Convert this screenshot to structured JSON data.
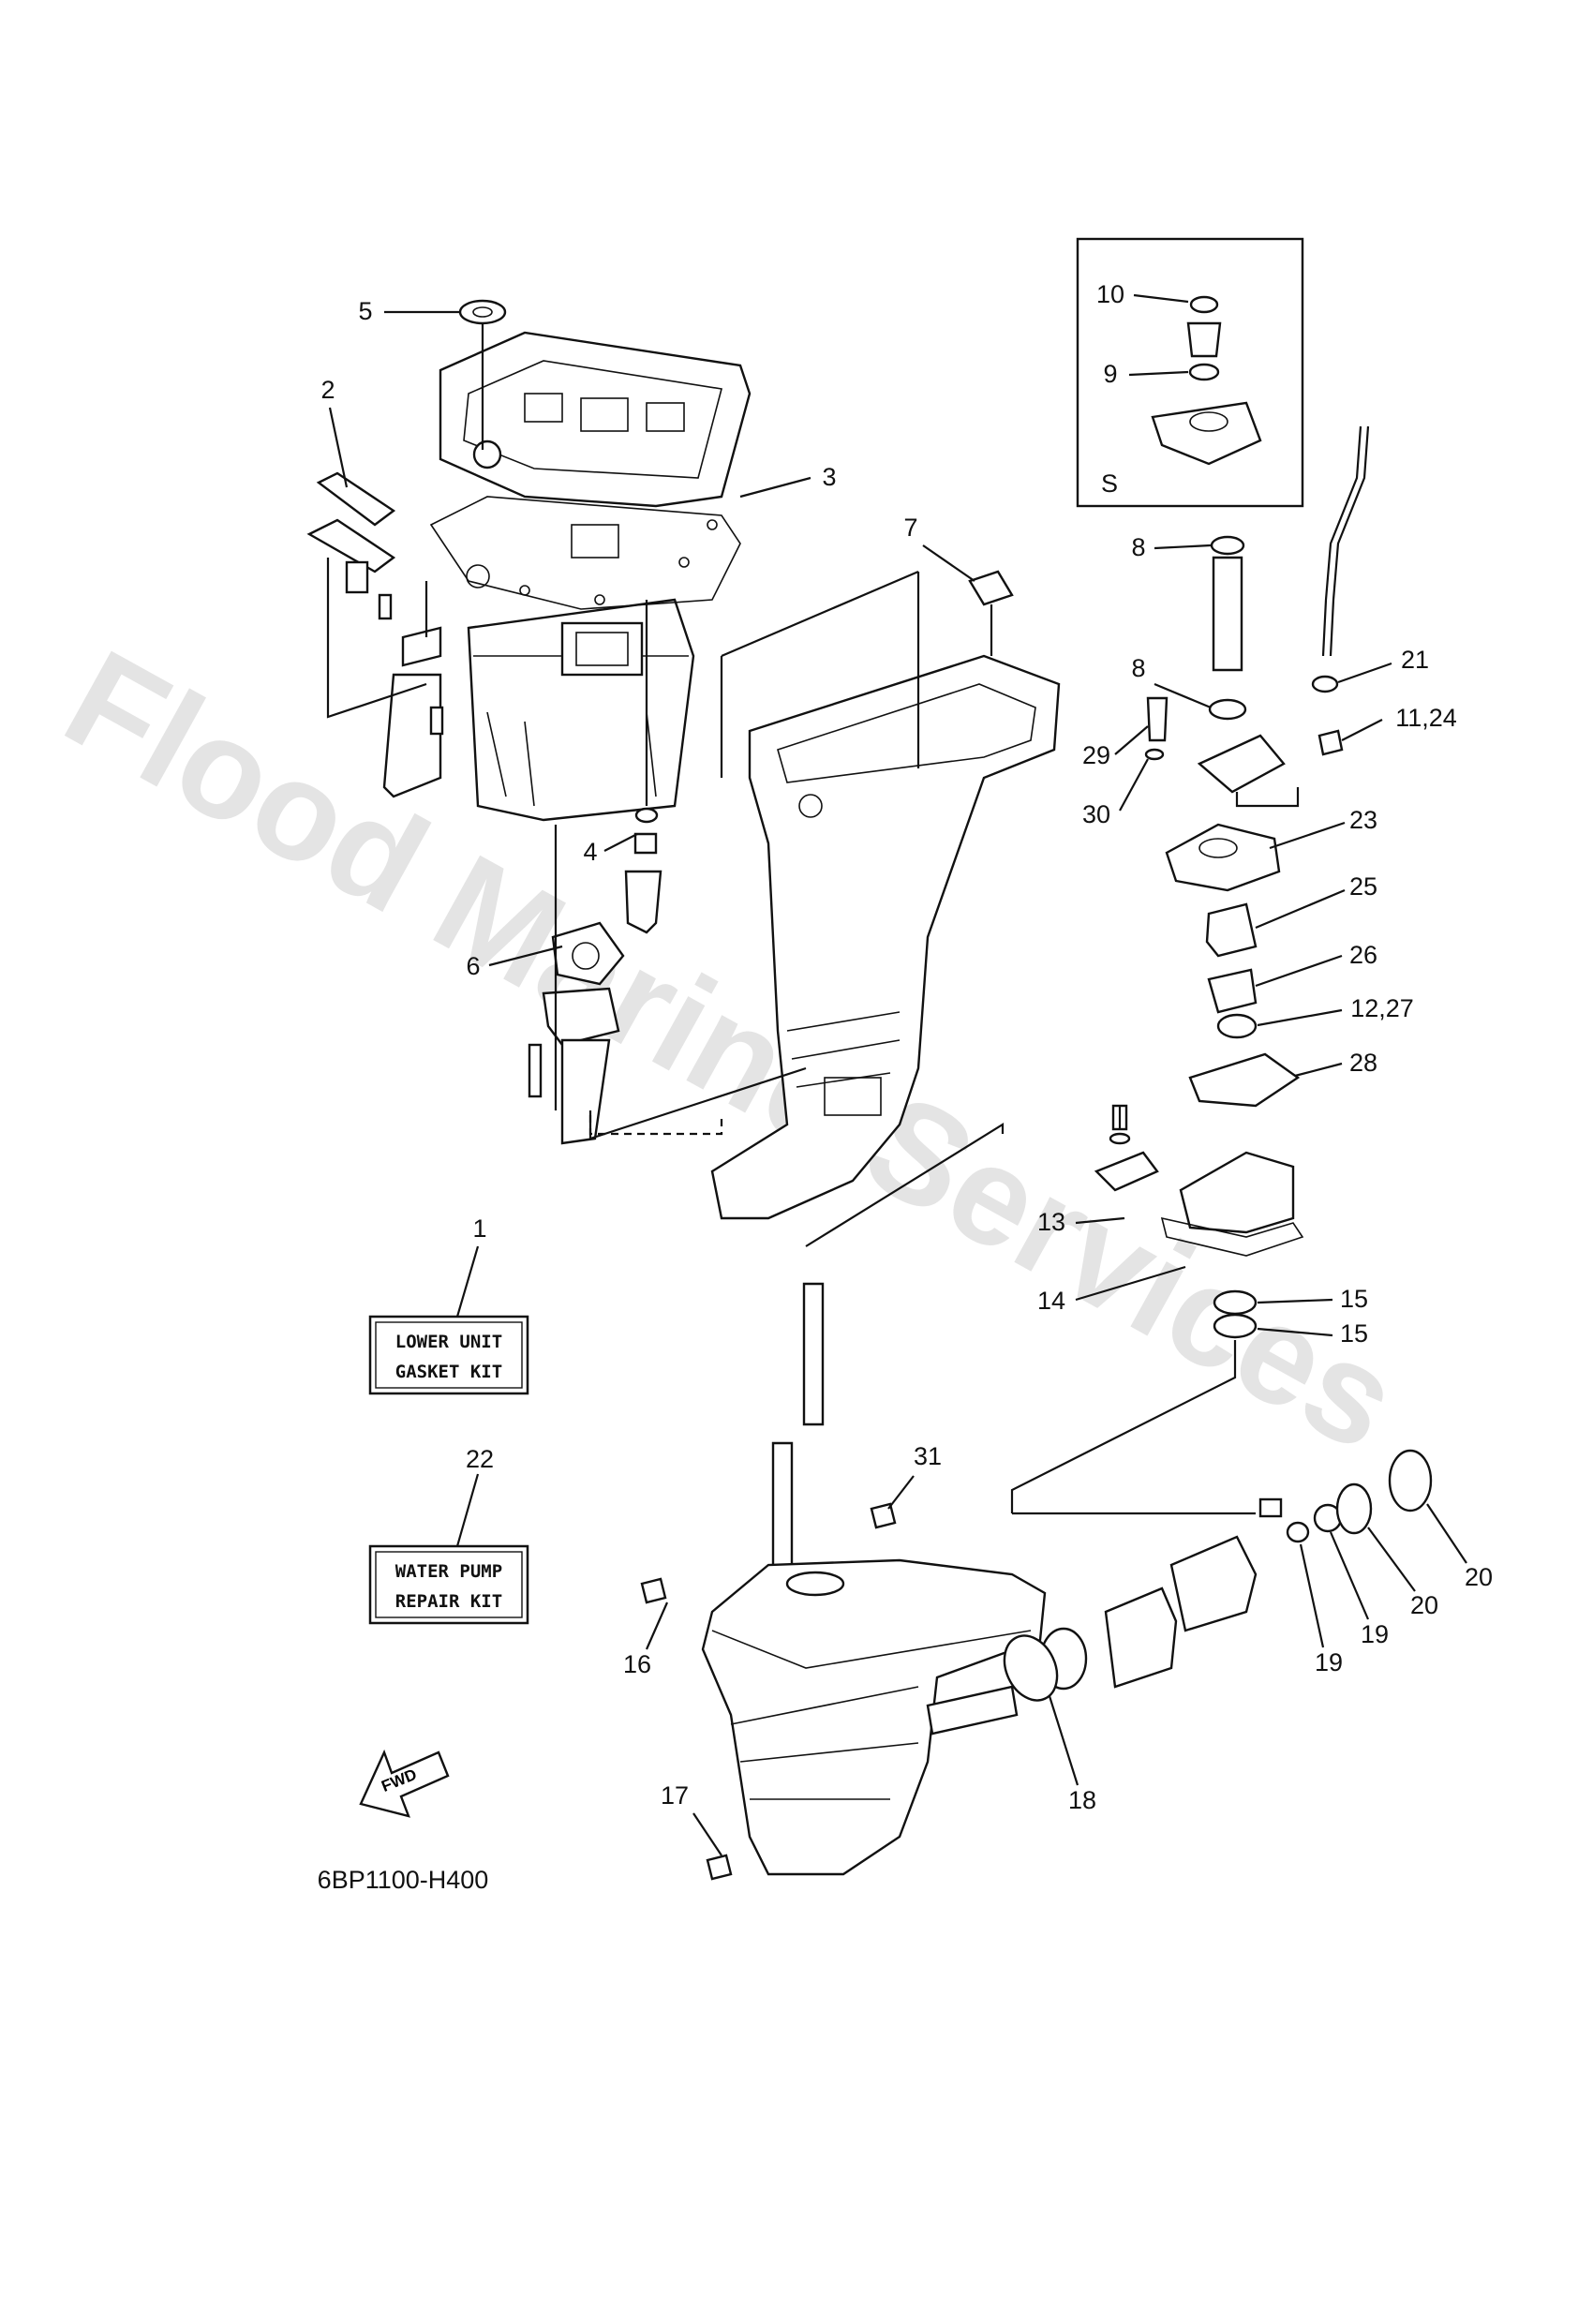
{
  "watermark": "Flood Marine Services",
  "diagram_code": "6BP1100-H400",
  "kits": {
    "lower_unit": {
      "line1": "LOWER UNIT",
      "line2": "GASKET KIT",
      "ref": "1"
    },
    "water_pump": {
      "line1": "WATER PUMP",
      "line2": "REPAIR KIT",
      "ref": "22"
    }
  },
  "inset_label": "S",
  "fwd_label": "FWD",
  "callouts": {
    "c2": "2",
    "c3": "3",
    "c4": "4",
    "c5": "5",
    "c6": "6",
    "c7": "7",
    "c8a": "8",
    "c8b": "8",
    "c9": "9",
    "c10": "10",
    "c13": "13",
    "c14": "14",
    "c15a": "15",
    "c15b": "15",
    "c16": "16",
    "c17": "17",
    "c18": "18",
    "c19a": "19",
    "c19b": "19",
    "c20a": "20",
    "c20b": "20",
    "c21": "21",
    "c1124": "11,24",
    "c23": "23",
    "c25": "25",
    "c26": "26",
    "c1227": "12,27",
    "c28": "28",
    "c29": "29",
    "c30": "30",
    "c31": "31"
  }
}
